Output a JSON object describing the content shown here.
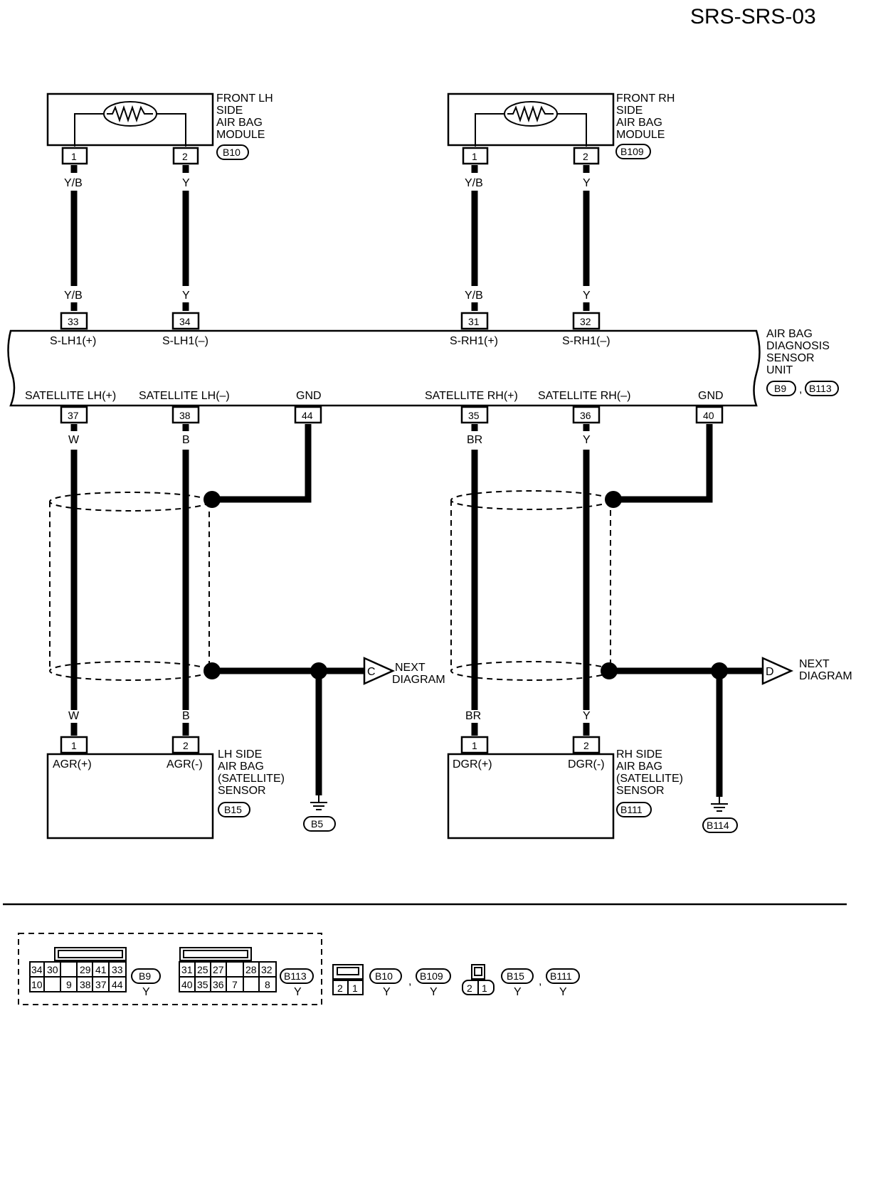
{
  "title": "SRS-SRS-03",
  "front_lh": {
    "lines": [
      "FRONT LH",
      "SIDE",
      "AIR BAG",
      "MODULE"
    ],
    "connector": "B10",
    "pins": [
      "1",
      "2"
    ]
  },
  "front_rh": {
    "lines": [
      "FRONT RH",
      "SIDE",
      "AIR BAG",
      "MODULE"
    ],
    "connector": "B109",
    "pins": [
      "1",
      "2"
    ]
  },
  "upper_wires": {
    "lh1_color": "Y/B",
    "lh2_color": "Y",
    "rh1_color": "Y/B",
    "rh2_color": "Y"
  },
  "sensor_unit": {
    "lines": [
      "AIR BAG",
      "DIAGNOSIS",
      "SENSOR",
      "UNIT"
    ],
    "connectors": [
      "B9",
      "B113"
    ],
    "top_pins": [
      {
        "pin": "33",
        "label": "S-LH1(+)"
      },
      {
        "pin": "34",
        "label": "S-LH1(–)"
      },
      {
        "pin": "31",
        "label": "S-RH1(+)"
      },
      {
        "pin": "32",
        "label": "S-RH1(–)"
      }
    ],
    "bottom_pins": [
      {
        "pin": "37",
        "label": "SATELLITE LH(+)",
        "color": "W"
      },
      {
        "pin": "38",
        "label": "SATELLITE LH(–)",
        "color": "B"
      },
      {
        "pin": "44",
        "label": "GND",
        "color": ""
      },
      {
        "pin": "35",
        "label": "SATELLITE RH(+)",
        "color": "BR"
      },
      {
        "pin": "36",
        "label": "SATELLITE RH(–)",
        "color": "Y"
      },
      {
        "pin": "40",
        "label": "GND",
        "color": ""
      }
    ]
  },
  "next_c": {
    "letter": "C",
    "lines": [
      "NEXT",
      "DIAGRAM"
    ]
  },
  "next_d": {
    "letter": "D",
    "lines": [
      "NEXT",
      "DIAGRAM"
    ]
  },
  "lh_sensor": {
    "lines": [
      "LH SIDE",
      "AIR BAG",
      "(SATELLITE)",
      "SENSOR"
    ],
    "connector": "B15",
    "pin_labels": [
      "AGR(+)",
      "AGR(-)"
    ],
    "pins": [
      "1",
      "2"
    ],
    "wire_colors": [
      "W",
      "B"
    ]
  },
  "rh_sensor": {
    "lines": [
      "RH SIDE",
      "AIR BAG",
      "(SATELLITE)",
      "SENSOR"
    ],
    "connector": "B111",
    "pin_labels": [
      "DGR(+)",
      "DGR(-)"
    ],
    "pins": [
      "1",
      "2"
    ],
    "wire_colors": [
      "BR",
      "Y"
    ]
  },
  "grounds": [
    "B5",
    "B114"
  ],
  "legend": {
    "b9": {
      "row1": [
        "34",
        "30",
        "",
        "29",
        "41",
        "33"
      ],
      "row2": [
        "10",
        "",
        "9",
        "38",
        "37",
        "44"
      ],
      "name": "B9",
      "color": "Y"
    },
    "b113": {
      "row1": [
        "31",
        "25",
        "27",
        "",
        "28",
        "32"
      ],
      "row2": [
        "40",
        "35",
        "36",
        "7",
        "",
        "8"
      ],
      "name": "B113",
      "color": "Y"
    },
    "two_pin": {
      "pins": [
        "2",
        "1"
      ],
      "names": [
        "B10",
        "B109"
      ],
      "colors": [
        "Y",
        "Y"
      ],
      "sep": ","
    },
    "two_pin_b": {
      "pins": [
        "2",
        "1"
      ],
      "names": [
        "B15",
        "B111"
      ],
      "colors": [
        "Y",
        "Y"
      ],
      "sep": ","
    }
  }
}
